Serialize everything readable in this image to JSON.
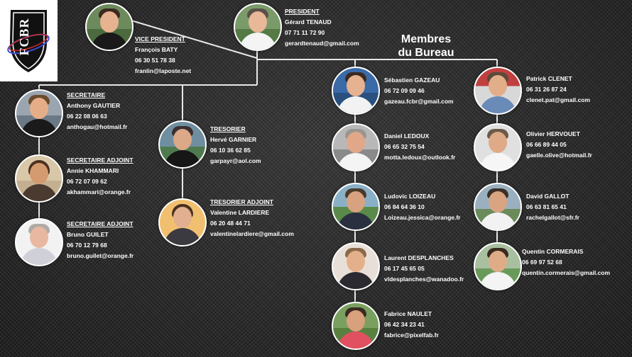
{
  "title": {
    "line1": "Membres",
    "line2": "du Bureau"
  },
  "logo": {
    "text": "FCBR"
  },
  "members": {
    "president": {
      "role": "PRESIDENT",
      "name": "Gérard TENAUD",
      "phone": "07 71 11 72 90",
      "email": "gerardtenaud@gmail.com"
    },
    "vice": {
      "role": "VICE PRESIDENT",
      "name": "François BATY",
      "phone": "06 30 51 78 38",
      "email": "franlin@laposte.net"
    },
    "secretaire": {
      "role": "SECRETAIRE",
      "name": "Anthony GAUTIER",
      "phone": "06 22 08 06 63",
      "email": "anthogau@hotmail.fr"
    },
    "sec_adj1": {
      "role": "SECRETAIRE ADJOINT",
      "name": "Annie KHAMMARI",
      "phone": "06 72 07 09 62",
      "email": "akhammari@orange.fr"
    },
    "sec_adj2": {
      "role": "SECRETAIRE ADJOINT",
      "name": "Bruno GUILET",
      "phone": "06 70 12 79 68",
      "email": "bruno.guilet@orange.fr"
    },
    "tresorier": {
      "role": "TRESORIER",
      "name": "Hervé GARNIER",
      "phone": "06 10 36 62 85",
      "email": "garpayr@aol.com"
    },
    "tres_adj": {
      "role": "TRESORIER ADJOINT",
      "name": "Valentine LARDIERE",
      "phone": "06 20 48 44 71",
      "email": "valentinelardiere@gmail.com"
    },
    "gazeau": {
      "name": "Sébastien GAZEAU",
      "phone": "06 72 09 09 46",
      "email": "gazeau.fcbr@gmail.com"
    },
    "ledoux": {
      "name": "Daniel LEDOUX",
      "phone": "06 65 32 75 54",
      "email": "motta.ledoux@outlook.fr"
    },
    "loizeau": {
      "name": "Ludovic LOIZEAU",
      "phone": "06 84 64 36 10",
      "email": "Loizeau.jessica@orange.fr"
    },
    "desplanches": {
      "name": "Laurent DESPLANCHES",
      "phone": "06 17 45 65 05",
      "email": "vldesplanches@wanadoo.fr"
    },
    "naulet": {
      "name": "Fabrice NAULET",
      "phone": "06 42 34 23 41",
      "email": "fabrice@pixelfab.fr"
    },
    "clenet": {
      "name": "Patrick CLENET",
      "phone": "06 31 26 87 24",
      "email": "clenet.pat@gmail.com"
    },
    "hervouet": {
      "name": "Olivier HERVOUET",
      "phone": "06 66 89 44 05",
      "email": "gaelle.olive@hotmail.fr"
    },
    "gallot": {
      "name": "David GALLOT",
      "phone": "06 63 81 65 41",
      "email": "rachelgallot@sfr.fr"
    },
    "cormerais": {
      "name": "Quentin CORMERAIS",
      "phone": "06 69 97 52 68",
      "email": "quentin.cormerais@gmail.com"
    }
  }
}
